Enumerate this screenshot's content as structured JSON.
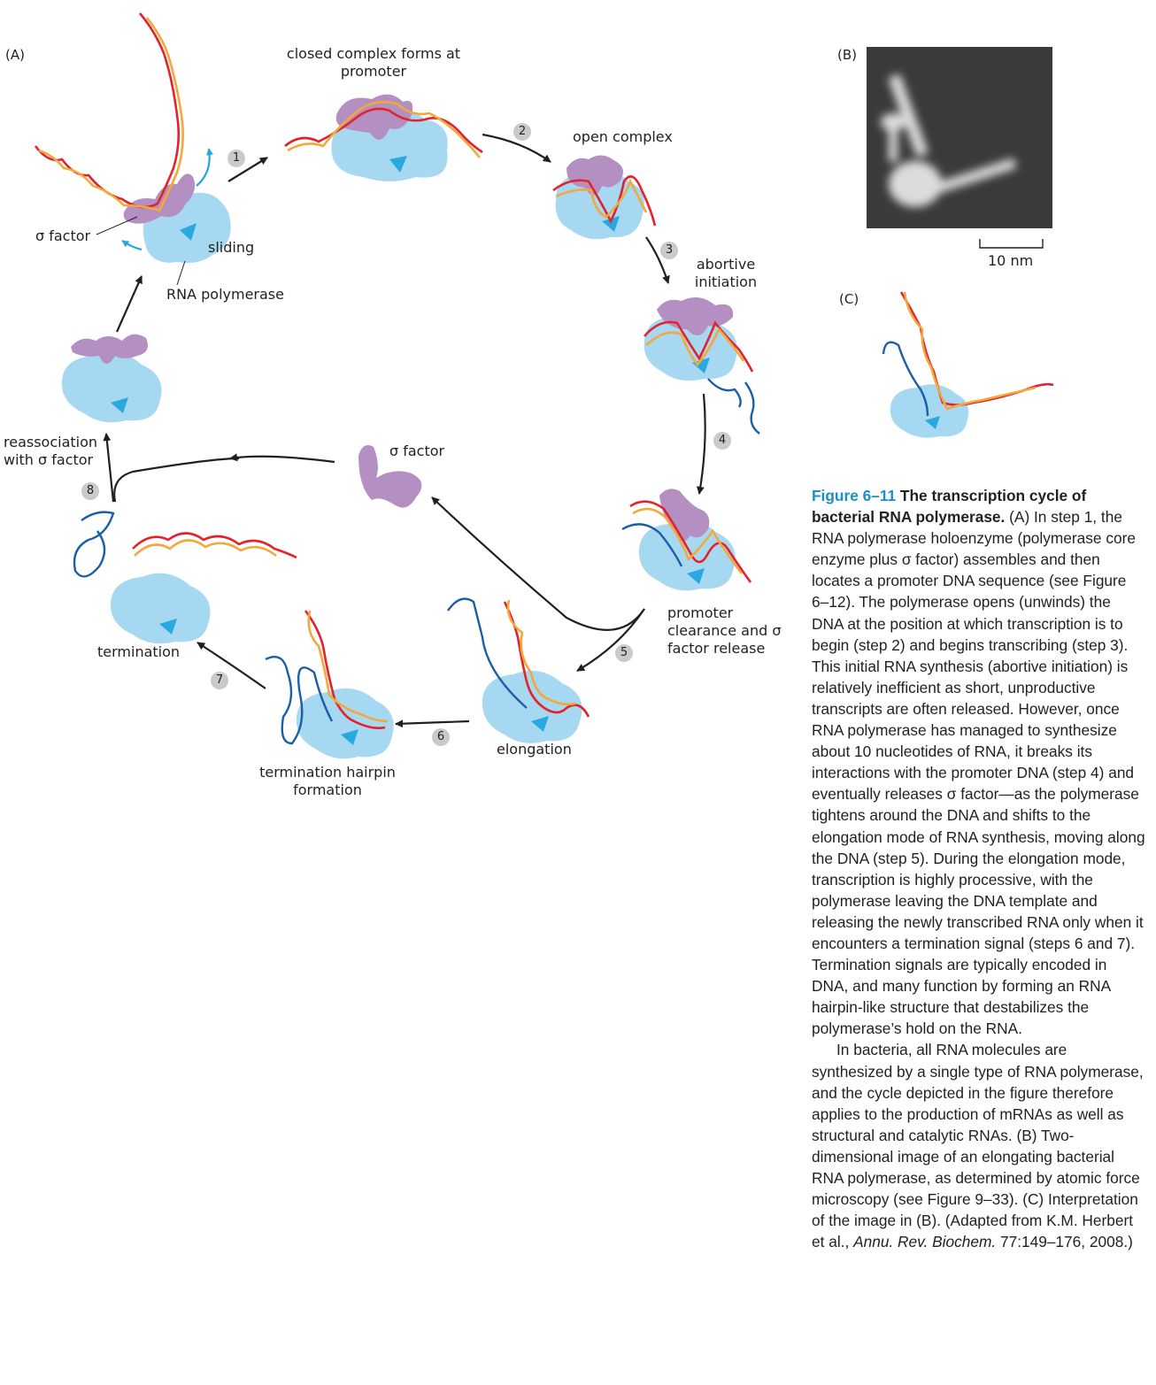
{
  "panels": {
    "a": "(A)",
    "b": "(B)",
    "c": "(C)"
  },
  "labels": {
    "closed_complex": "closed complex forms at promoter",
    "open_complex": "open complex",
    "abortive": "abortive initiation",
    "promoter_clearance": "promoter clearance and σ factor release",
    "elongation": "elongation",
    "termination_hairpin": "termination hairpin formation",
    "termination": "termination",
    "reassociation": "reassociation with σ factor",
    "sigma_factor_free": "σ factor",
    "sigma_factor_bound": "σ factor",
    "sliding": "sliding",
    "rna_polymerase": "RNA polymerase"
  },
  "steps": [
    "1",
    "2",
    "3",
    "4",
    "5",
    "6",
    "7",
    "8"
  ],
  "scale_bar": "10 nm",
  "caption": {
    "fig_number": "Figure 6–11",
    "title": "The transcription cycle of bacterial RNA polymerase.",
    "body1": "(A) In step 1, the RNA polymerase holoenzyme (polymerase core enzyme plus σ factor) assembles and then locates a promoter DNA sequence (see Figure 6–12). The polymerase opens (unwinds) the DNA at the position at which transcription is to begin (step 2) and begins transcribing (step 3). This initial RNA synthesis (abortive initiation) is relatively inefficient as short, unproductive transcripts are often released. However, once RNA polymerase has managed to synthesize about 10 nucleotides of RNA, it breaks its interactions with the promoter DNA (step 4) and eventually releases σ factor—as the polymerase tightens around the DNA and shifts to the elongation mode of RNA synthesis, moving along the DNA (step 5). During the elongation mode, transcription is highly processive, with the polymerase leaving the DNA template and releasing the newly transcribed RNA only when it encounters a termination signal (steps 6 and 7). Termination signals are typically encoded in DNA, and many function by forming an RNA hairpin-like structure that destabilizes the polymerase’s hold on the RNA.",
    "body2": "In bacteria, all RNA molecules are synthesized by a single type of RNA polymerase, and the cycle depicted in the figure therefore applies to the production of mRNAs as well as structural and catalytic RNAs. (B) Two-dimensional image of an elongating bacterial RNA polymerase, as determined by atomic force microscopy (see Figure 9–33). (C) Interpretation of the image in (B). (Adapted from K.M. Herbert et al.,",
    "journal": "Annu. Rev. Biochem.",
    "citation_end": "77:149–176, 2008.)"
  },
  "colors": {
    "polymerase": "#a7d8f2",
    "polymerase_dark": "#29a9e0",
    "sigma": "#b38fc2",
    "dna_strand1": "#e3222d",
    "dna_strand2": "#f2a93b",
    "rna": "#1b5ea8",
    "arrow": "#231f20",
    "cyan_arrow": "#22a8df",
    "caption_accent": "#1a8ec8"
  }
}
